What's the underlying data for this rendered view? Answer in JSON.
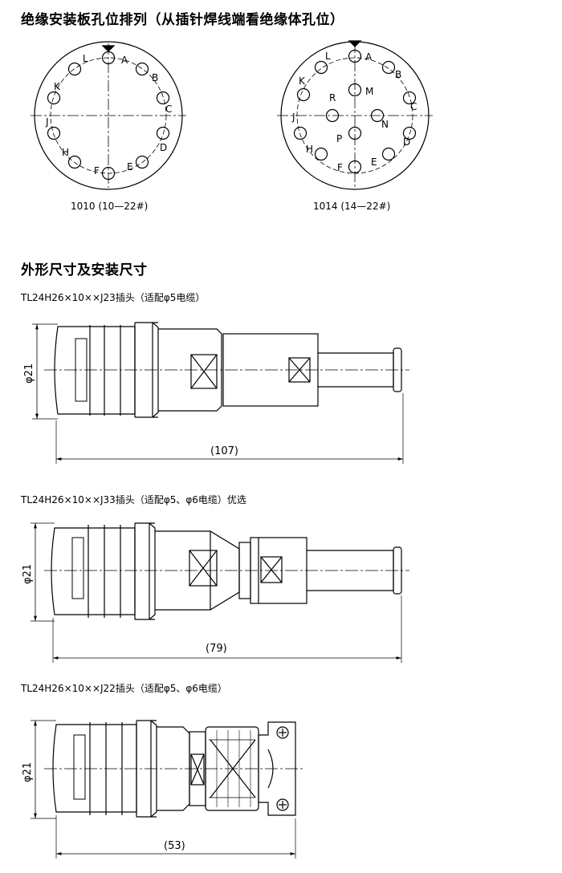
{
  "section1": {
    "title": "绝缘安装板孔位排列（从插针焊线端看绝缘体孔位）",
    "layout_1010": {
      "caption": "1010 (10—22#)",
      "pins": [
        "A",
        "B",
        "C",
        "D",
        "E",
        "F",
        "H",
        "J",
        "K",
        "L"
      ]
    },
    "layout_1014": {
      "caption": "1014 (14—22#)",
      "pins": [
        "A",
        "B",
        "C",
        "D",
        "E",
        "F",
        "H",
        "J",
        "K",
        "L",
        "M",
        "N",
        "P",
        "R"
      ]
    }
  },
  "section2": {
    "title": "外形尺寸及安装尺寸",
    "plug_j23": {
      "caption": "TL24H26×10××J23插头（适配φ5电缆）",
      "diameter": "φ21",
      "length": "(107)"
    },
    "plug_j33": {
      "caption": "TL24H26×10××J33插头（适配φ5、φ6电缆）优选",
      "diameter": "φ21",
      "length": "(79)"
    },
    "plug_j22": {
      "caption": "TL24H26×10××J22插头（适配φ5、φ6电缆）",
      "diameter": "φ21",
      "length": "(53)"
    }
  }
}
